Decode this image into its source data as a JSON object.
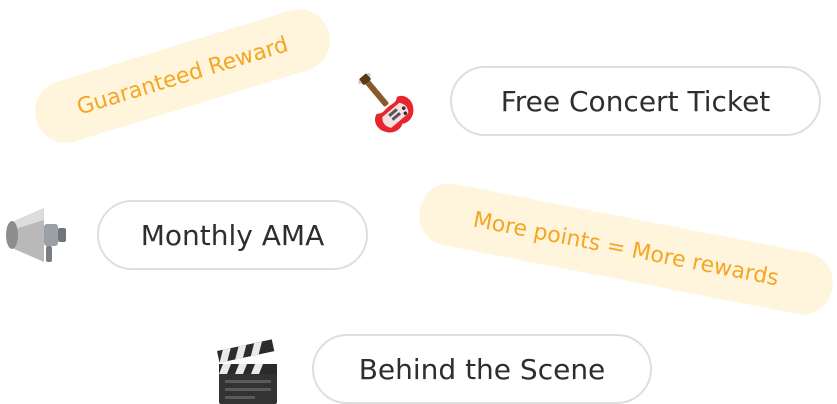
{
  "tags": {
    "guaranteed": "Guaranteed Reward",
    "points": "More points = More rewards"
  },
  "rewards": [
    {
      "label": "Free Concert Ticket",
      "icon": "guitar-icon"
    },
    {
      "label": "Monthly AMA",
      "icon": "megaphone-icon"
    },
    {
      "label": "Behind the Scene",
      "icon": "clapper-board-icon"
    }
  ],
  "colors": {
    "tag_text": "#f5a623",
    "tag_background": "#fff4dc",
    "pill_border": "#dedede",
    "pill_text": "#2e2e2e"
  }
}
